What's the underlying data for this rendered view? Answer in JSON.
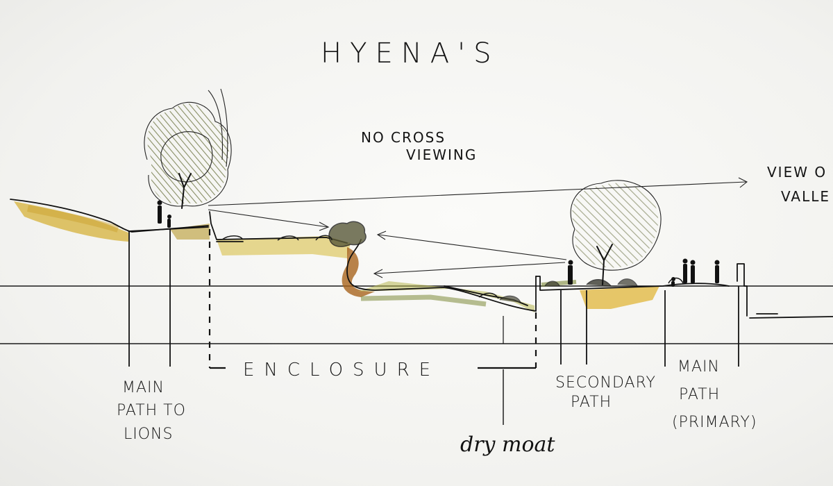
{
  "title": "HYENA'S",
  "notes": {
    "no_cross_1": "NO CROSS",
    "no_cross_2": "VIEWING",
    "view_1": "VIEW O",
    "view_2": "VALLE"
  },
  "labels": {
    "main_path_lions": [
      "MAIN",
      "PATH TO",
      "LIONS"
    ],
    "enclosure": "ENCLOSURE",
    "secondary_path": [
      "SECONDARY",
      "PATH"
    ],
    "main_path_primary": [
      "MAIN",
      "PATH",
      "(PRIMARY)"
    ],
    "dry_moat": "dry moat"
  },
  "colors": {
    "ink": "#111111",
    "ochre": "#d6b23a",
    "olive": "#7d8a3a",
    "brown": "#a8641e",
    "foliage": "#9aa37a"
  }
}
